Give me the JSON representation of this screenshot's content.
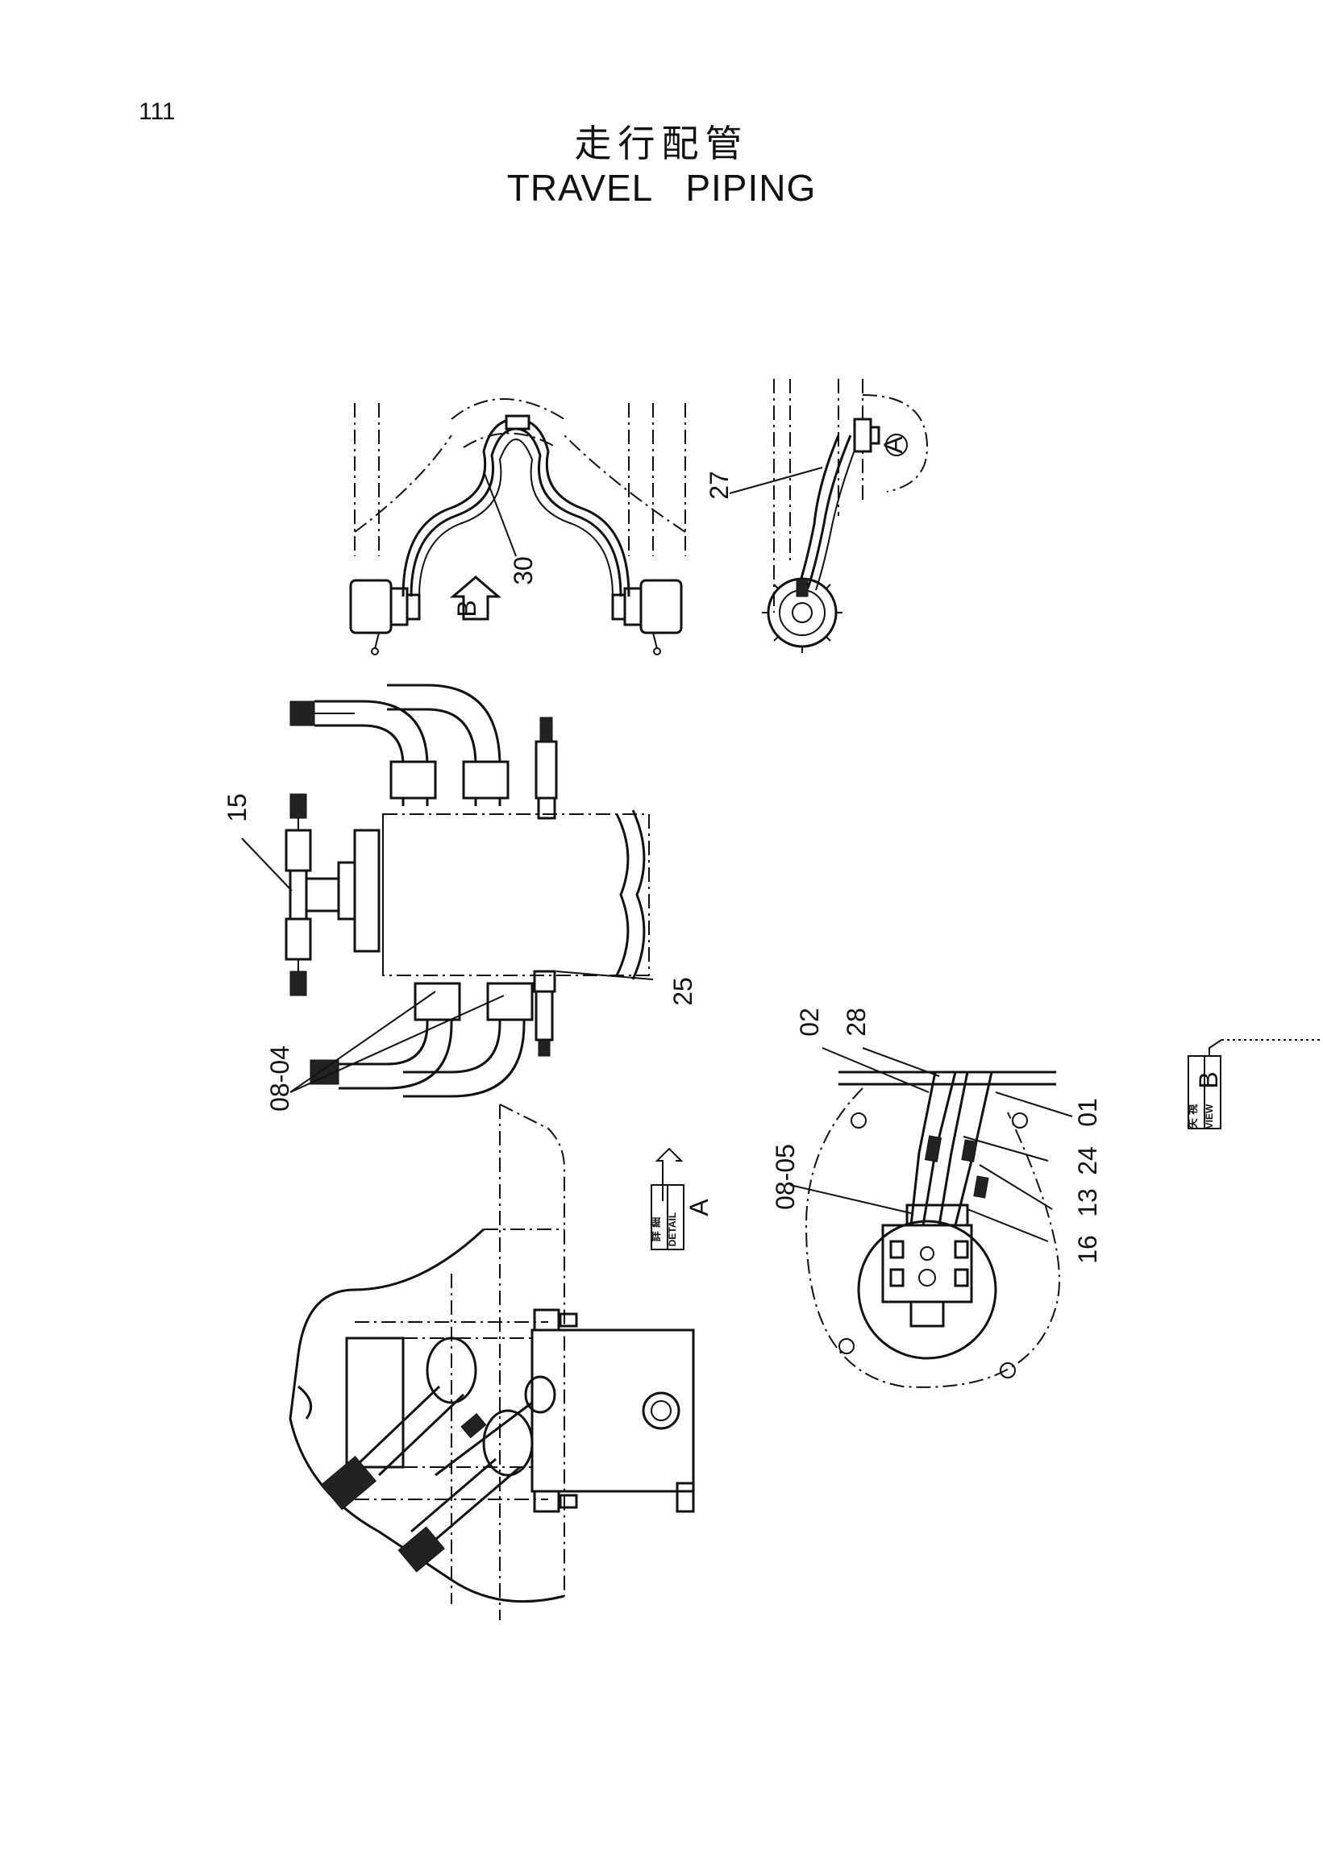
{
  "page_number": "111",
  "title_jp": "走行配管",
  "title_en": "TRAVEL   PIPING",
  "callouts": [
    "30",
    "27",
    "15",
    "25",
    "08-04",
    "02",
    "28",
    "01",
    "24",
    "13",
    "16",
    "08-05"
  ],
  "view_marks": {
    "arrow_b": "B",
    "circle_a": "A"
  },
  "detail_tag": {
    "jp": "詳 細",
    "en": "DETAIL",
    "letter": "A"
  },
  "view_tag": {
    "jp": "矢 視",
    "en": "VIEW",
    "letter": "B"
  }
}
